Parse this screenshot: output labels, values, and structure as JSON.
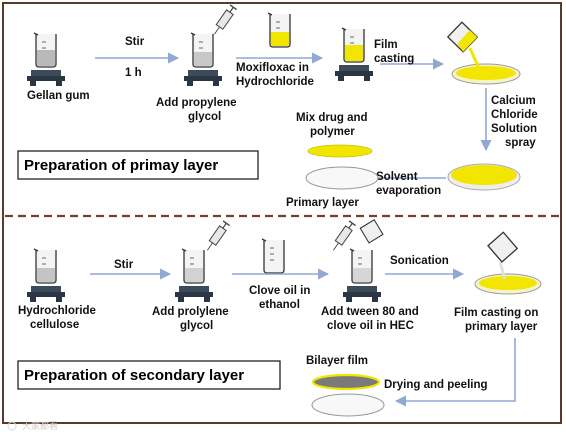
{
  "primary": {
    "title": "Preparation of primay layer",
    "steps": {
      "gellan_gum": "Gellan gum",
      "stir": "Stir",
      "stir_time": "1 h",
      "add_pg_line1": "Add  propylene",
      "add_pg_line2": "glycol",
      "moxi_line1": "Moxifloxac in",
      "moxi_line2": "Hydrochloride",
      "film_line1": "Film",
      "film_line2": "casting",
      "cacl_line1": "Calcium",
      "cacl_line2": "Chloride",
      "cacl_line3": "Solution",
      "cacl_line4": "spray",
      "solvent_line1": "Solvent",
      "solvent_line2": "evaporation",
      "mix_line1": "Mix drug and",
      "mix_line2": "polymer",
      "primary_layer": "Primary layer"
    }
  },
  "secondary": {
    "title": "Preparation of secondary layer",
    "steps": {
      "hcl_line1": "Hydrochloride",
      "hcl_line2": "cellulose",
      "stir": "Stir",
      "add_pg_line1": "Add prolylene",
      "add_pg_line2": "glycol",
      "clove_line1": "Clove oil in",
      "clove_line2": "ethanol",
      "tween_line1": "Add tween  80 and",
      "tween_line2": "clove oil  in HEC",
      "sonication": "Sonication",
      "film_line1": "Film casting on",
      "film_line2": "primary layer",
      "bilayer": "Bilayer film",
      "drying": "Drying and peeling"
    }
  },
  "watermark": "大家都看",
  "colors": {
    "frame": "#5a3a2a",
    "divider": "#7a3f2a",
    "arrow": "#8fa9d3",
    "drug_yellow": "#f2e600",
    "liquid_grey": "#b9b9b9"
  }
}
